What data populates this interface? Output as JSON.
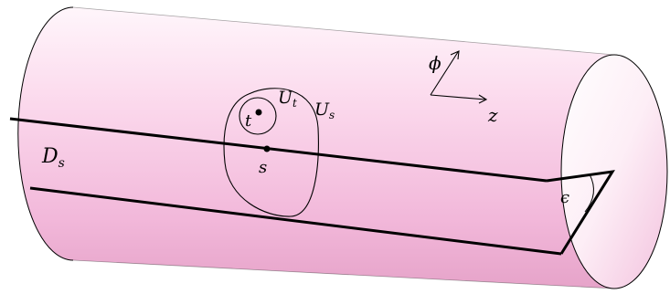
{
  "labels": {
    "region_D": "D",
    "region_D_sub": "s",
    "neighborhood_U_s": "U",
    "neighborhood_U_s_sub": "s",
    "neighborhood_U_t": "U",
    "neighborhood_U_t_sub": "t",
    "point_s": "s",
    "point_t": "t",
    "axis_phi": "ϕ",
    "axis_z": "z",
    "angle_epsilon": "ϵ"
  },
  "colors": {
    "surface_fill_light": "#fff5fb",
    "surface_fill_mid": "#f7c9e4",
    "surface_fill_dark": "#e8a6cc",
    "stroke": "#000000"
  }
}
